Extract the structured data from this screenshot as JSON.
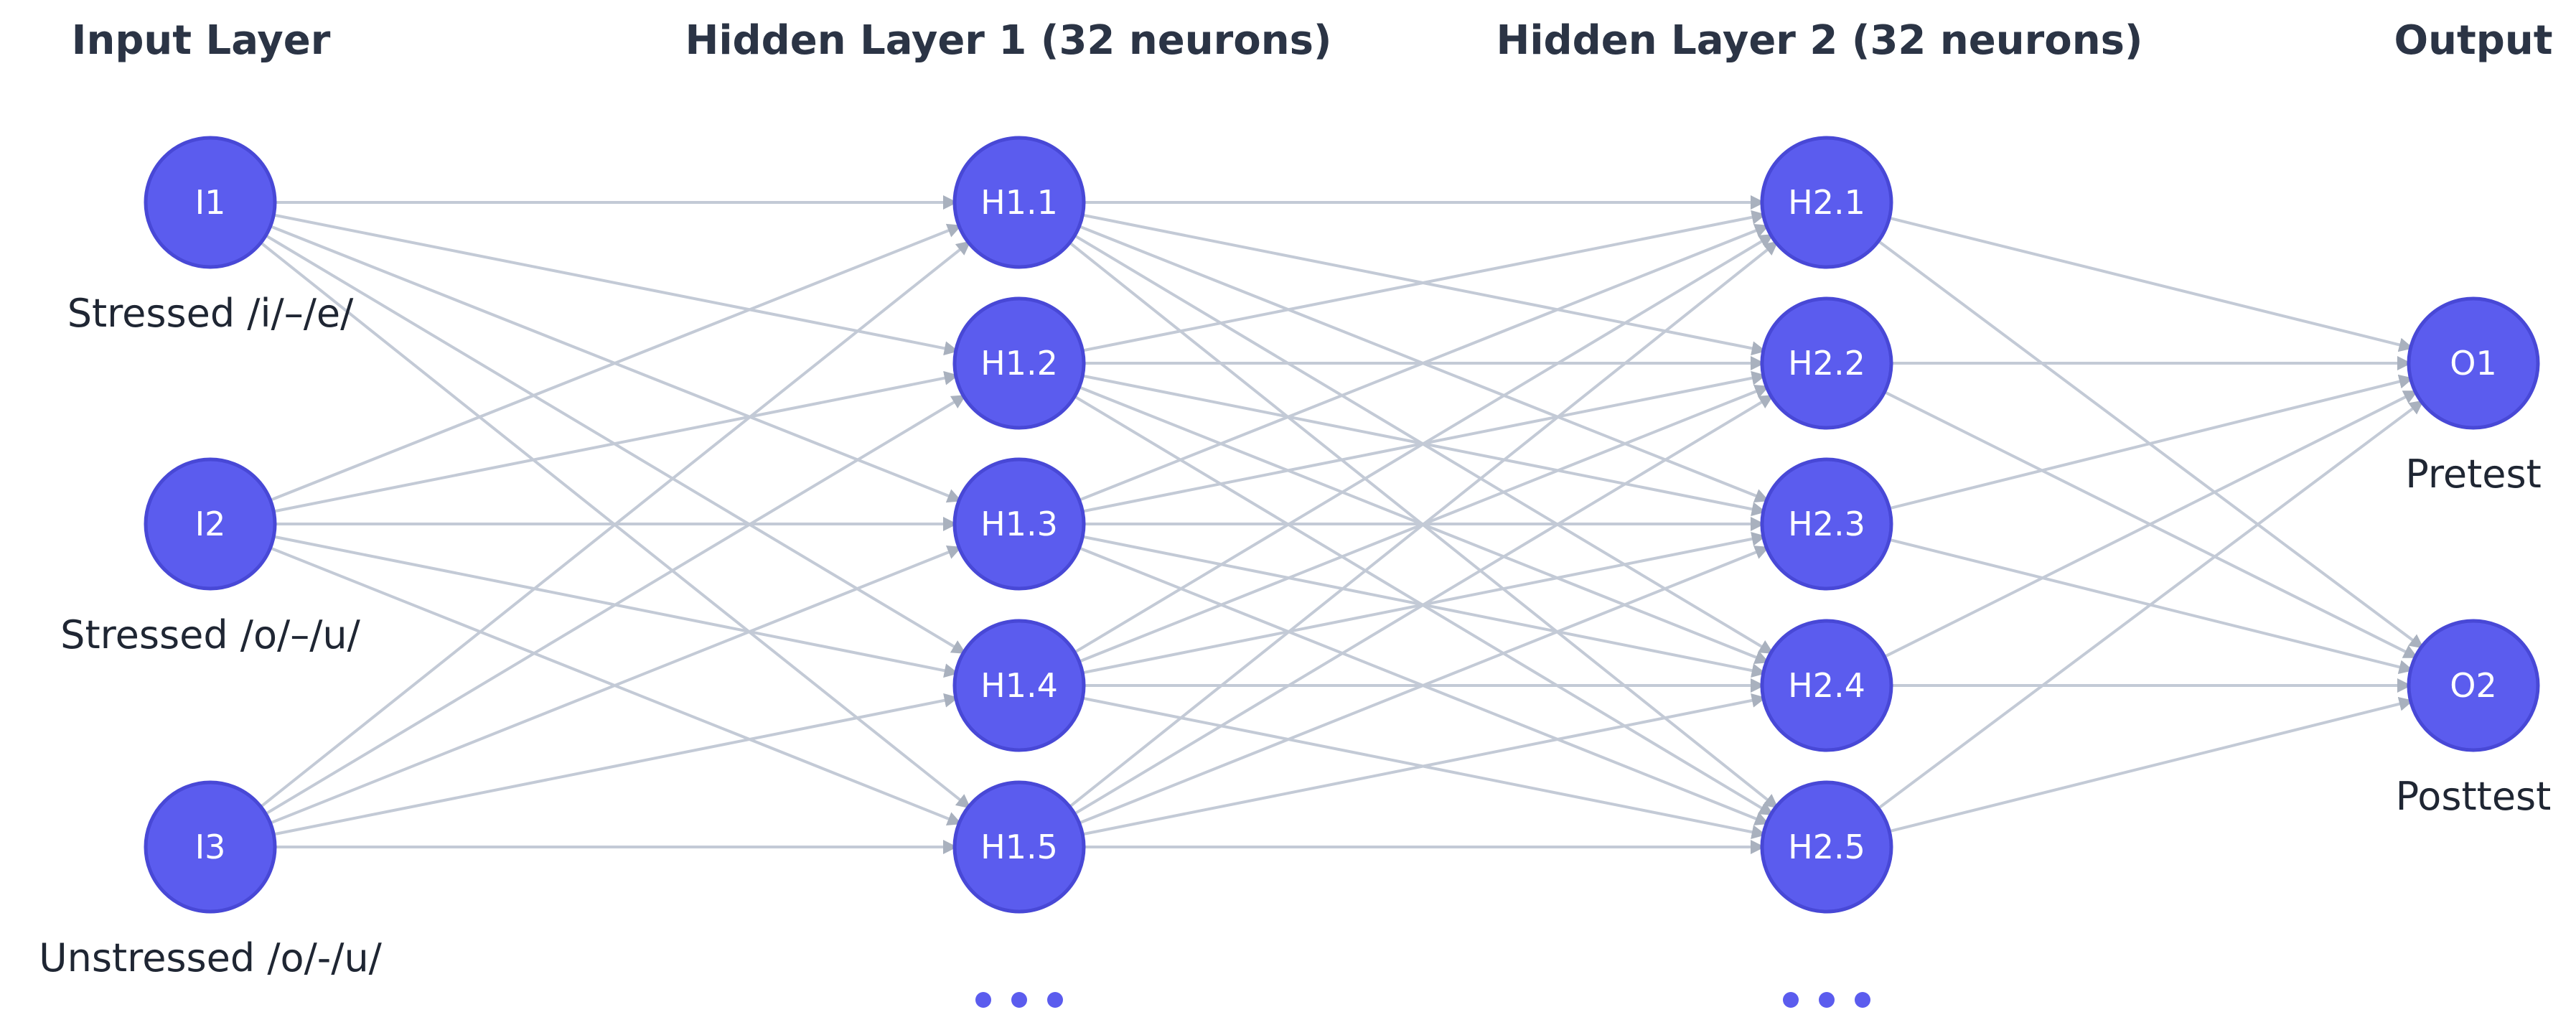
{
  "colors": {
    "node_fill": "#5b5cee",
    "node_stroke": "#4848d6",
    "edge": "#c3cad6",
    "title_text": "#2b3445",
    "caption_text": "#1f2633"
  },
  "layers": [
    {
      "id": "input",
      "title": "Input Layer",
      "nodes": [
        {
          "label": "I1",
          "caption": "Stressed /i/–/e/"
        },
        {
          "label": "I2",
          "caption": "Stressed /o/–/u/"
        },
        {
          "label": "I3",
          "caption": "Unstressed /o/-/u/"
        }
      ],
      "ellipsis": ""
    },
    {
      "id": "hidden1",
      "title": "Hidden Layer 1 (32 neurons)",
      "nodes": [
        {
          "label": "H1.1",
          "caption": ""
        },
        {
          "label": "H1.2",
          "caption": ""
        },
        {
          "label": "H1.3",
          "caption": ""
        },
        {
          "label": "H1.4",
          "caption": ""
        },
        {
          "label": "H1.5",
          "caption": ""
        }
      ],
      "ellipsis": "•••"
    },
    {
      "id": "hidden2",
      "title": "Hidden Layer 2 (32 neurons)",
      "nodes": [
        {
          "label": "H2.1",
          "caption": ""
        },
        {
          "label": "H2.2",
          "caption": ""
        },
        {
          "label": "H2.3",
          "caption": ""
        },
        {
          "label": "H2.4",
          "caption": ""
        },
        {
          "label": "H2.5",
          "caption": ""
        }
      ],
      "ellipsis": "•••"
    },
    {
      "id": "output",
      "title": "Output",
      "nodes": [
        {
          "label": "O1",
          "caption": "Pretest"
        },
        {
          "label": "O2",
          "caption": "Posttest"
        }
      ],
      "ellipsis": ""
    }
  ]
}
